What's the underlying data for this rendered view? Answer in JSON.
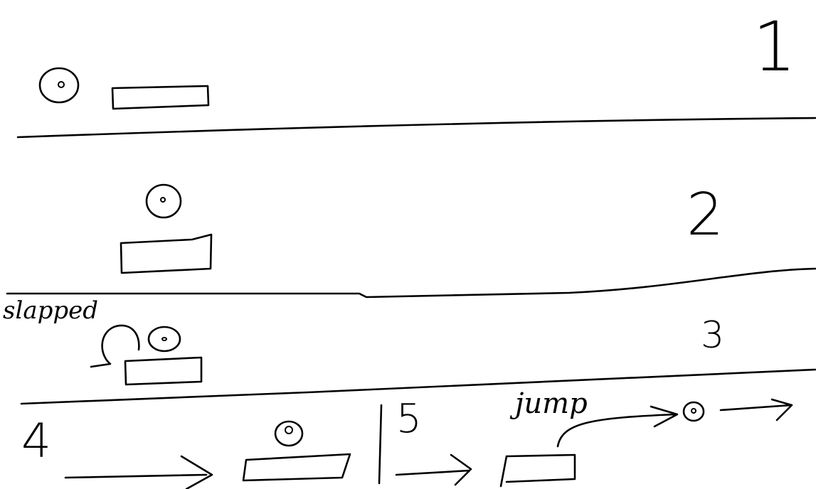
{
  "panels": [
    {
      "number": "1"
    },
    {
      "number": "2"
    },
    {
      "number": "3",
      "annotation": "slapped"
    },
    {
      "number": "4"
    },
    {
      "number": "5",
      "annotation": "jump"
    }
  ]
}
